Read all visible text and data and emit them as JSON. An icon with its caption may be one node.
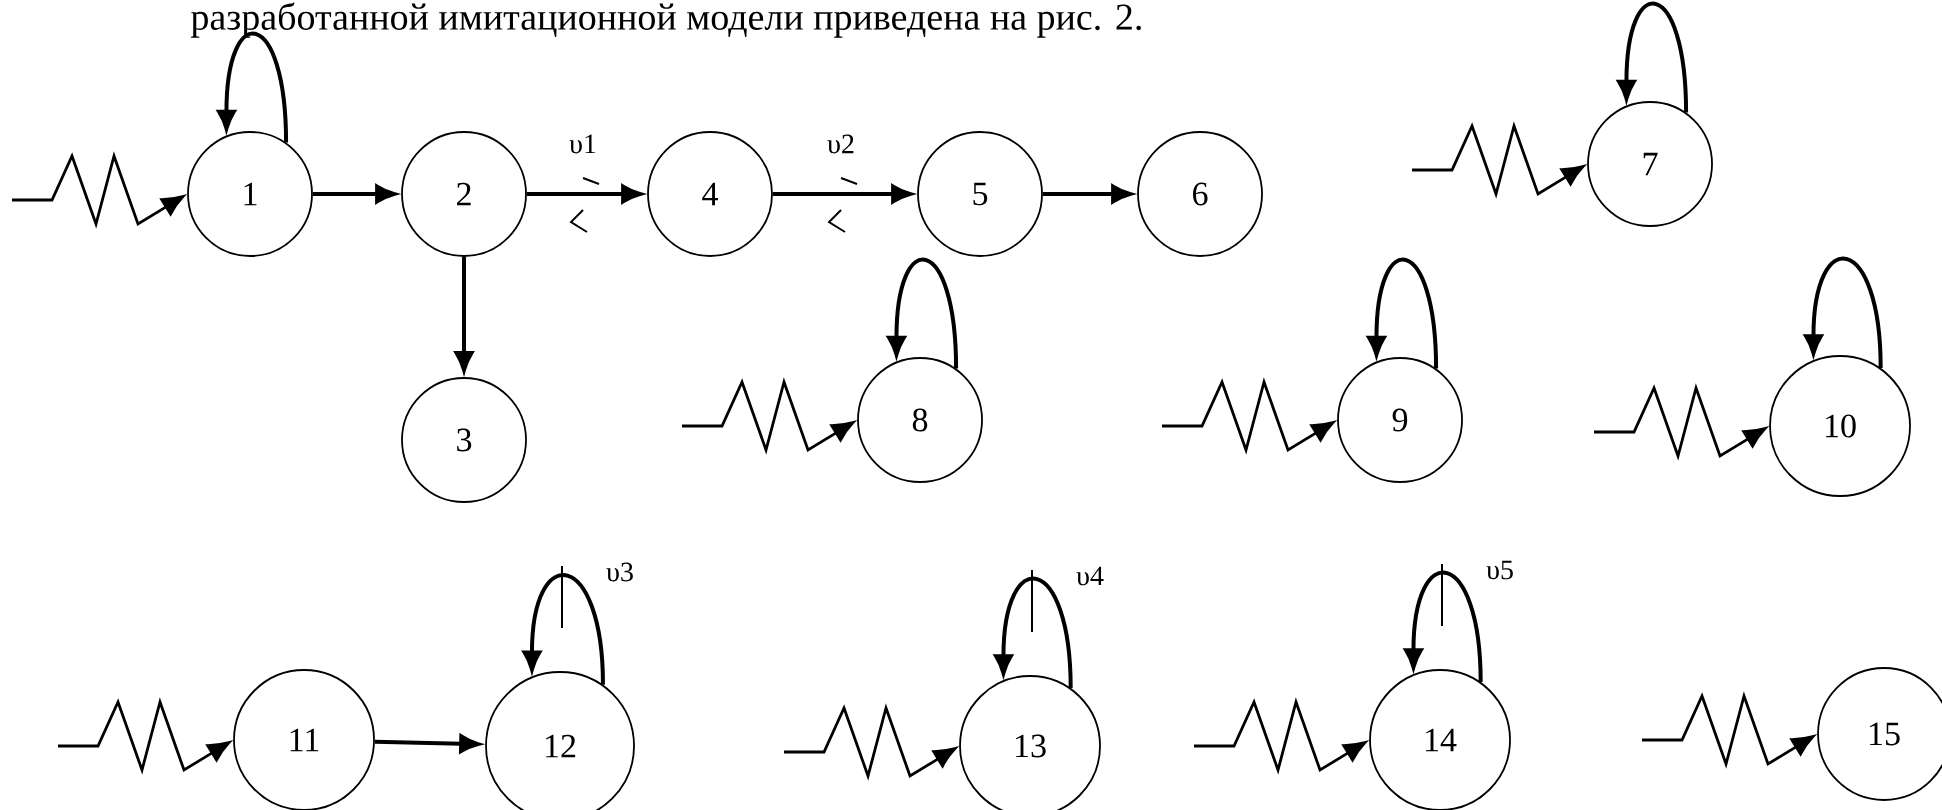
{
  "diagram": {
    "nodes": [
      {
        "text": [
          "1"
        ]
      },
      {
        "text": [
          "2"
        ]
      },
      {
        "text": [
          "3"
        ]
      },
      {
        "text": [
          "4"
        ]
      },
      {
        "text": [
          "5"
        ]
      },
      {
        "text": [
          "6"
        ]
      },
      {
        "text": [
          "7"
        ]
      },
      {
        "text": [
          "8"
        ]
      },
      {
        "text": [
          "9"
        ]
      },
      {
        "text": [
          "10"
        ]
      },
      {
        "text": [
          "11"
        ]
      },
      {
        "text": [
          "12"
        ]
      },
      {
        "text": [
          "13"
        ]
      },
      {
        "text": [
          "14"
        ]
      },
      {
        "text": [
          "15"
        ]
      }
    ],
    "edges": [
      {
        "from": null,
        "to": 0,
        "arrow": "to"
      },
      {
        "from": 0,
        "to": 0,
        "arrow": "to"
      },
      {
        "from": 0,
        "to": 1,
        "arrow": "to"
      },
      {
        "from": 1,
        "to": 3,
        "arrow": "to",
        "label": "υ1"
      },
      {
        "from": 1,
        "to": 2,
        "arrow": "to"
      },
      {
        "from": 3,
        "to": 4,
        "arrow": "to",
        "label": "υ2"
      },
      {
        "from": 4,
        "to": 5,
        "arrow": "to"
      },
      {
        "from": null,
        "to": 6,
        "arrow": "to"
      },
      {
        "from": 6,
        "to": 6,
        "arrow": "to"
      },
      {
        "from": null,
        "to": 7,
        "arrow": "to"
      },
      {
        "from": 7,
        "to": 7,
        "arrow": "to"
      },
      {
        "from": null,
        "to": 8,
        "arrow": "to"
      },
      {
        "from": 8,
        "to": 8,
        "arrow": "to"
      },
      {
        "from": null,
        "to": 9,
        "arrow": "to"
      },
      {
        "from": 9,
        "to": 9,
        "arrow": "to"
      },
      {
        "from": null,
        "to": 10,
        "arrow": "to"
      },
      {
        "from": 10,
        "to": 11,
        "arrow": "to"
      },
      {
        "from": 11,
        "to": 11,
        "arrow": "to",
        "label": "υ3"
      },
      {
        "from": null,
        "to": 12,
        "arrow": "to"
      },
      {
        "from": 12,
        "to": 12,
        "arrow": "to",
        "label": "υ4"
      },
      {
        "from": null,
        "to": 13,
        "arrow": "to"
      },
      {
        "from": 13,
        "to": 13,
        "arrow": "to",
        "label": "υ5"
      },
      {
        "from": null,
        "to": 14,
        "arrow": "to"
      }
    ],
    "labels": [
      "разработанной имитационной модели приведена на рис. 2."
    ]
  }
}
